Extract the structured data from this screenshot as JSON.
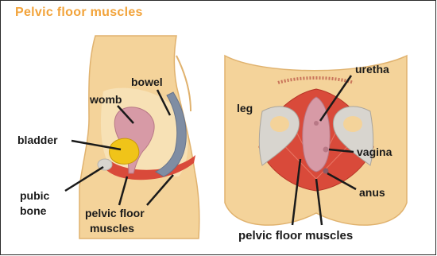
{
  "title": "Pelvic floor muscles",
  "colors": {
    "title": "#f2a33a",
    "skin": "#f4d39a",
    "skin_dark": "#e6b975",
    "muscle": "#d94a3a",
    "organ_pink": "#d79aa6",
    "bladder": "#f0c419",
    "bowel_grey": "#7f8da3",
    "bone": "#d8d5cf"
  },
  "side_view": {
    "labels": {
      "bowel": "bowel",
      "womb": "womb",
      "bladder": "bladder",
      "pubic_bone_line1": "pubic",
      "pubic_bone_line2": "bone",
      "pelvic_floor_line1": "pelvic floor",
      "pelvic_floor_line2": "muscles"
    }
  },
  "bottom_view": {
    "labels": {
      "leg": "leg",
      "uretha": "uretha",
      "vagina": "vagina",
      "anus": "anus",
      "pelvic_floor": "pelvic floor muscles"
    }
  }
}
